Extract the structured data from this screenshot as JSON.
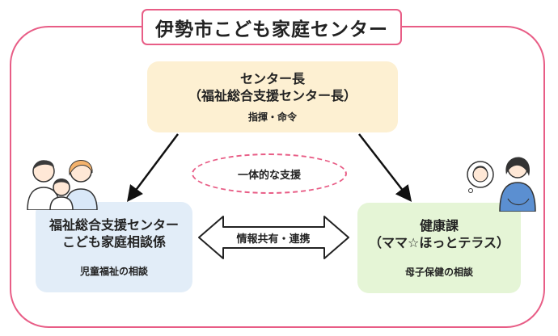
{
  "title": "伊勢市こども家庭センター",
  "top_box": {
    "name": "センター長",
    "subname": "（福祉総合支援センター長）",
    "role": "指揮・命令"
  },
  "ellipse_label": "一体的な支援",
  "left_box": {
    "line1": "福祉総合支援センター",
    "line2": "こども家庭相談係",
    "role": "児童福祉の相談"
  },
  "right_box": {
    "line1": "健康課",
    "line2": "（ママ☆ほっとテラス）",
    "role": "母子保健の相談"
  },
  "mid_arrow_label": "情報共有・連携",
  "colors": {
    "accent_pink": "#e85d86",
    "top_box": "#fdf0d2",
    "left_box": "#e2edf8",
    "right_box": "#e5f5d6"
  },
  "icons": [
    "family-illustration-icon",
    "mother-baby-illustration-icon"
  ]
}
